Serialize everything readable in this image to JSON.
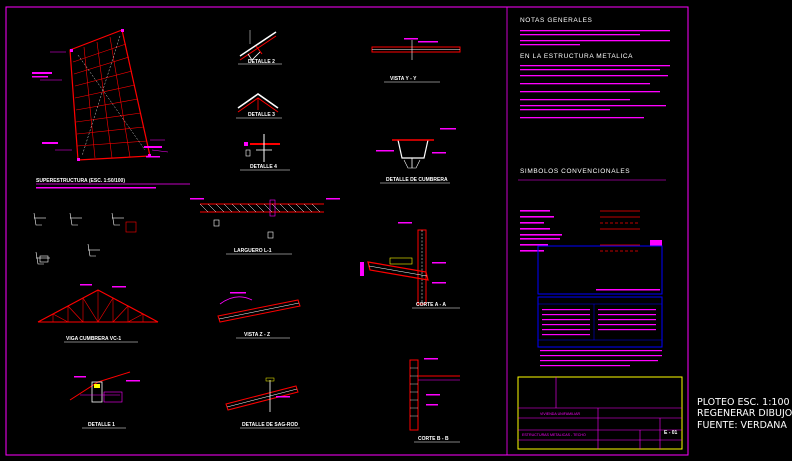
{
  "drawing": {
    "titles": {
      "plan": "SUPERESTRUCTURA (ESC. 1:50/100)",
      "detalle2": "DETALLE 2",
      "detalle3": "DETALLE 3",
      "detalle4": "DETALLE 4",
      "vistaYY": "VISTA Y - Y",
      "cumbrera": "DETALLE DE CUMBRERA",
      "larguero": "LARGUERO L-1",
      "vigaCumbrera": "VIGA CUMBRERA VC-1",
      "vistaZZ": "VISTA Z - Z",
      "corteAA": "CORTE A - A",
      "detalle1": "DETALLE 1",
      "sagRod": "DETALLE DE SAG-ROD",
      "corteBB": "CORTE B - B"
    },
    "notes": {
      "general_heading": "NOTAS GENERALES",
      "metal_heading": "EN LA ESTRUCTURA METALICA",
      "symbols_heading": "SIMBOLOS CONVENCIONALES"
    },
    "title_block": {
      "project": "VIVIENDA UNIFAMILIAR",
      "sheet_title": "ESTRUCTURAS METALICAS - TECHO",
      "sheet_number": "E - 01"
    },
    "plot_note": {
      "line1": "PLOTEO ESC. 1:100",
      "line2": "REGENERAR DIBUJO",
      "line3": "FUENTE:  VERDANA"
    }
  },
  "colors": {
    "background": "#000000",
    "frame": "#ff00ff",
    "structure": "#ff0000",
    "dimension": "#ff00ff",
    "detail_lines": "#ffffff",
    "panel": "#0000ff",
    "accent": "#00ffff",
    "highlight": "#ffff00"
  }
}
